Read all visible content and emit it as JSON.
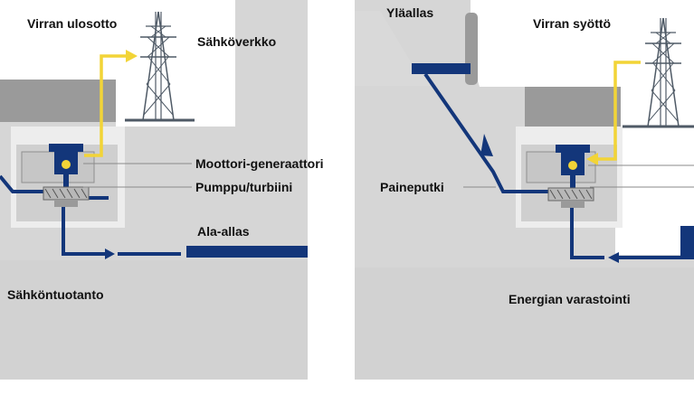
{
  "colors": {
    "pipe": "#13367a",
    "power_line": "#f2d437",
    "ground": "#d6d6d6",
    "building": "#ededed",
    "roof": "#9a9a9a",
    "machine_frame": "#c6c6c6",
    "pylon": "#4f5a66"
  },
  "icons": [
    "power-pylon-icon",
    "motor-generator-icon",
    "pump-turbine-icon",
    "flow-arrow-icon"
  ],
  "left_panel": {
    "power_out_label": "Virran ulosotto",
    "grid_label": "Sähköverkko",
    "motor_generator_label": "Moottori-generaattori",
    "pump_turbine_label": "Pumppu/turbiini",
    "lower_reservoir_label": "Ala-allas",
    "caption": "Sähköntuotanto"
  },
  "right_panel": {
    "upper_reservoir_label": "Yläallas",
    "power_in_label": "Virran syöttö",
    "penstock_label": "Paineputki",
    "caption": "Energian varastointi"
  }
}
